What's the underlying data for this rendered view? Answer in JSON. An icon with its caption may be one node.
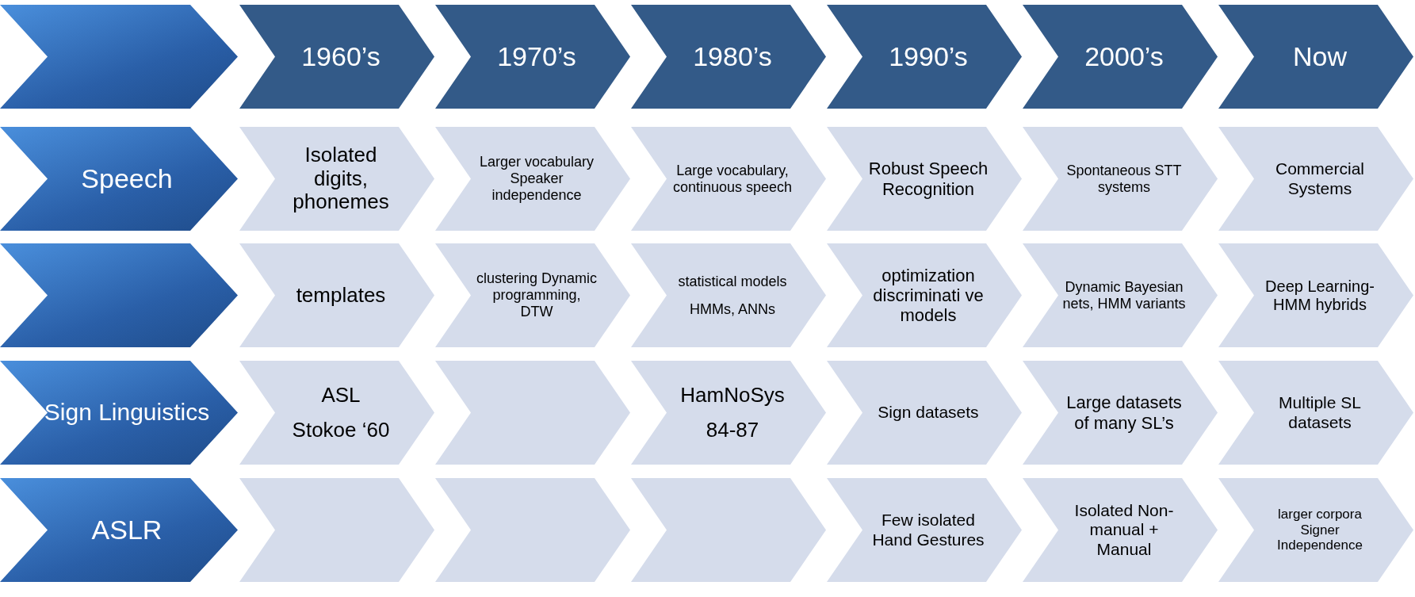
{
  "diagram": {
    "nodes": [
      {
        "text": [],
        "shape": "chevron"
      },
      {
        "text": [
          "1960’s"
        ]
      },
      {
        "text": [
          "1970’s"
        ]
      },
      {
        "text": [
          "1980’s"
        ]
      },
      {
        "text": [
          "1990’s"
        ]
      },
      {
        "text": [
          "2000’s"
        ]
      },
      {
        "text": [
          "Now"
        ]
      },
      {
        "text": [
          "Speech"
        ]
      },
      {
        "text": [
          "Isolated digits, phonemes"
        ]
      },
      {
        "text": [
          "Larger vocabulary Speaker independence"
        ]
      },
      {
        "text": [
          "Large vocabulary, continuous speech"
        ]
      },
      {
        "text": [
          "Robust Speech Recognition"
        ]
      },
      {
        "text": [
          "Spontaneous STT systems"
        ]
      },
      {
        "text": [
          "Commercial Systems"
        ]
      },
      {
        "text": [],
        "shape": "chevron"
      },
      {
        "text": [
          "templates"
        ]
      },
      {
        "text": [
          "clustering Dynamic programming, DTW"
        ]
      },
      {
        "text": [
          "statistical models",
          "HMMs, ANNs"
        ]
      },
      {
        "text": [
          "optimization discriminati ve models"
        ]
      },
      {
        "text": [
          "Dynamic Bayesian nets, HMM variants"
        ]
      },
      {
        "text": [
          "Deep Learning- HMM hybrids"
        ]
      },
      {
        "text": [
          "Sign Linguistics"
        ]
      },
      {
        "text": [
          "ASL",
          "Stokoe ‘60"
        ]
      },
      {
        "text": [],
        "shape": "chevron"
      },
      {
        "text": [
          "HamNoSys",
          "84-87"
        ]
      },
      {
        "text": [
          "Sign datasets"
        ]
      },
      {
        "text": [
          "Large datasets of many SL’s"
        ]
      },
      {
        "text": [
          "Multiple SL datasets"
        ]
      },
      {
        "text": [
          "ASLR"
        ]
      },
      {
        "text": [],
        "shape": "chevron"
      },
      {
        "text": [],
        "shape": "chevron"
      },
      {
        "text": [],
        "shape": "chevron"
      },
      {
        "text": [
          "Few isolated Hand Gestures"
        ]
      },
      {
        "text": [
          "Isolated Non-manual + Manual"
        ]
      },
      {
        "text": [
          "larger corpora Signer Independence"
        ]
      }
    ]
  }
}
